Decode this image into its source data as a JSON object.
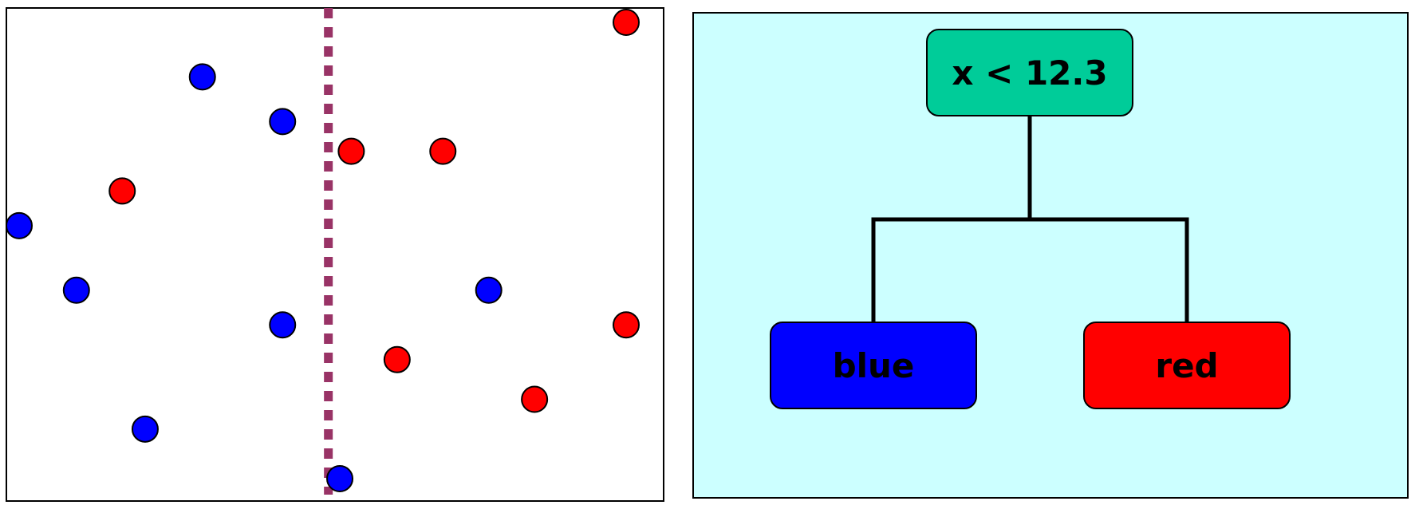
{
  "scatter": {
    "colors": {
      "blue": "#0000ff",
      "red": "#ff0000",
      "split_line": "#993366",
      "background": "#ffffff"
    },
    "split_x": 12.3,
    "points": [
      {
        "x": 11.2,
        "y": 15.6,
        "class": "blue"
      },
      {
        "x": 11.9,
        "y": 14.7,
        "class": "blue"
      },
      {
        "x": 10.5,
        "y": 13.3,
        "class": "red"
      },
      {
        "x": 9.6,
        "y": 12.6,
        "class": "blue"
      },
      {
        "x": 10.1,
        "y": 11.3,
        "class": "blue"
      },
      {
        "x": 11.9,
        "y": 10.6,
        "class": "blue"
      },
      {
        "x": 10.7,
        "y": 8.5,
        "class": "blue"
      },
      {
        "x": 12.4,
        "y": 7.5,
        "class": "blue"
      },
      {
        "x": 14.9,
        "y": 16.7,
        "class": "red"
      },
      {
        "x": 12.5,
        "y": 14.1,
        "class": "red"
      },
      {
        "x": 13.3,
        "y": 14.1,
        "class": "red"
      },
      {
        "x": 13.7,
        "y": 11.3,
        "class": "blue"
      },
      {
        "x": 14.9,
        "y": 10.6,
        "class": "red"
      },
      {
        "x": 12.9,
        "y": 9.9,
        "class": "red"
      },
      {
        "x": 14.1,
        "y": 9.1,
        "class": "red"
      }
    ]
  },
  "tree": {
    "root": {
      "label": "x < 12.3",
      "color": "#00cc99"
    },
    "leaves": [
      {
        "label": "blue",
        "color": "#0000ff"
      },
      {
        "label": "red",
        "color": "#ff0000"
      }
    ],
    "background": "#ccffff"
  }
}
